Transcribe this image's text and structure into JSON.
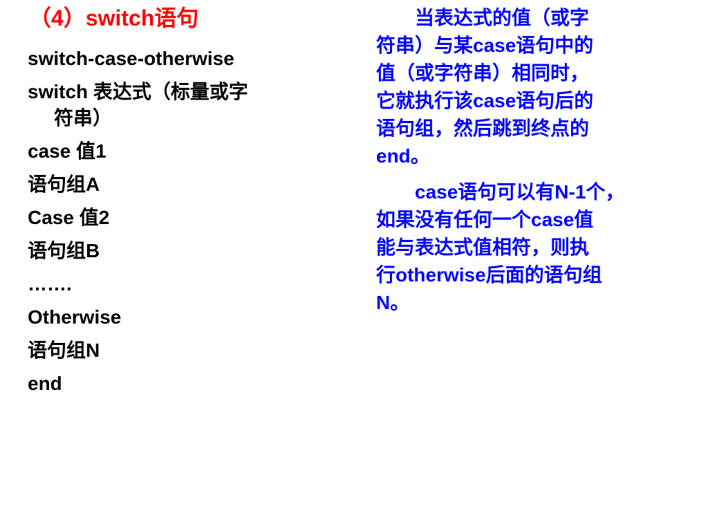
{
  "slide": {
    "title": "（4）switch语句",
    "left_lines": [
      "switch-case-otherwise",
      "switch  表达式（标量或字",
      "符串）",
      "case  值1",
      "语句组A",
      "Case 值2",
      "语句组B",
      "…….",
      "Otherwise",
      "语句组N",
      "end"
    ],
    "right_para1_lines": [
      "当表达式的值（或字",
      "符串）与某case语句中的",
      "值（或字符串）相同时，",
      "它就执行该case语句后的",
      "语句组，然后跳到终点的",
      "end。"
    ],
    "right_para2_lines": [
      "case语句可以有N-1个，",
      "如果没有任何一个case值",
      "能与表达式值相符，则执",
      "行otherwise后面的语句组",
      "N。"
    ]
  },
  "colors": {
    "title": "#ff0000",
    "left_text": "#000000",
    "right_text": "#0000ff",
    "background": "#ffffff"
  }
}
